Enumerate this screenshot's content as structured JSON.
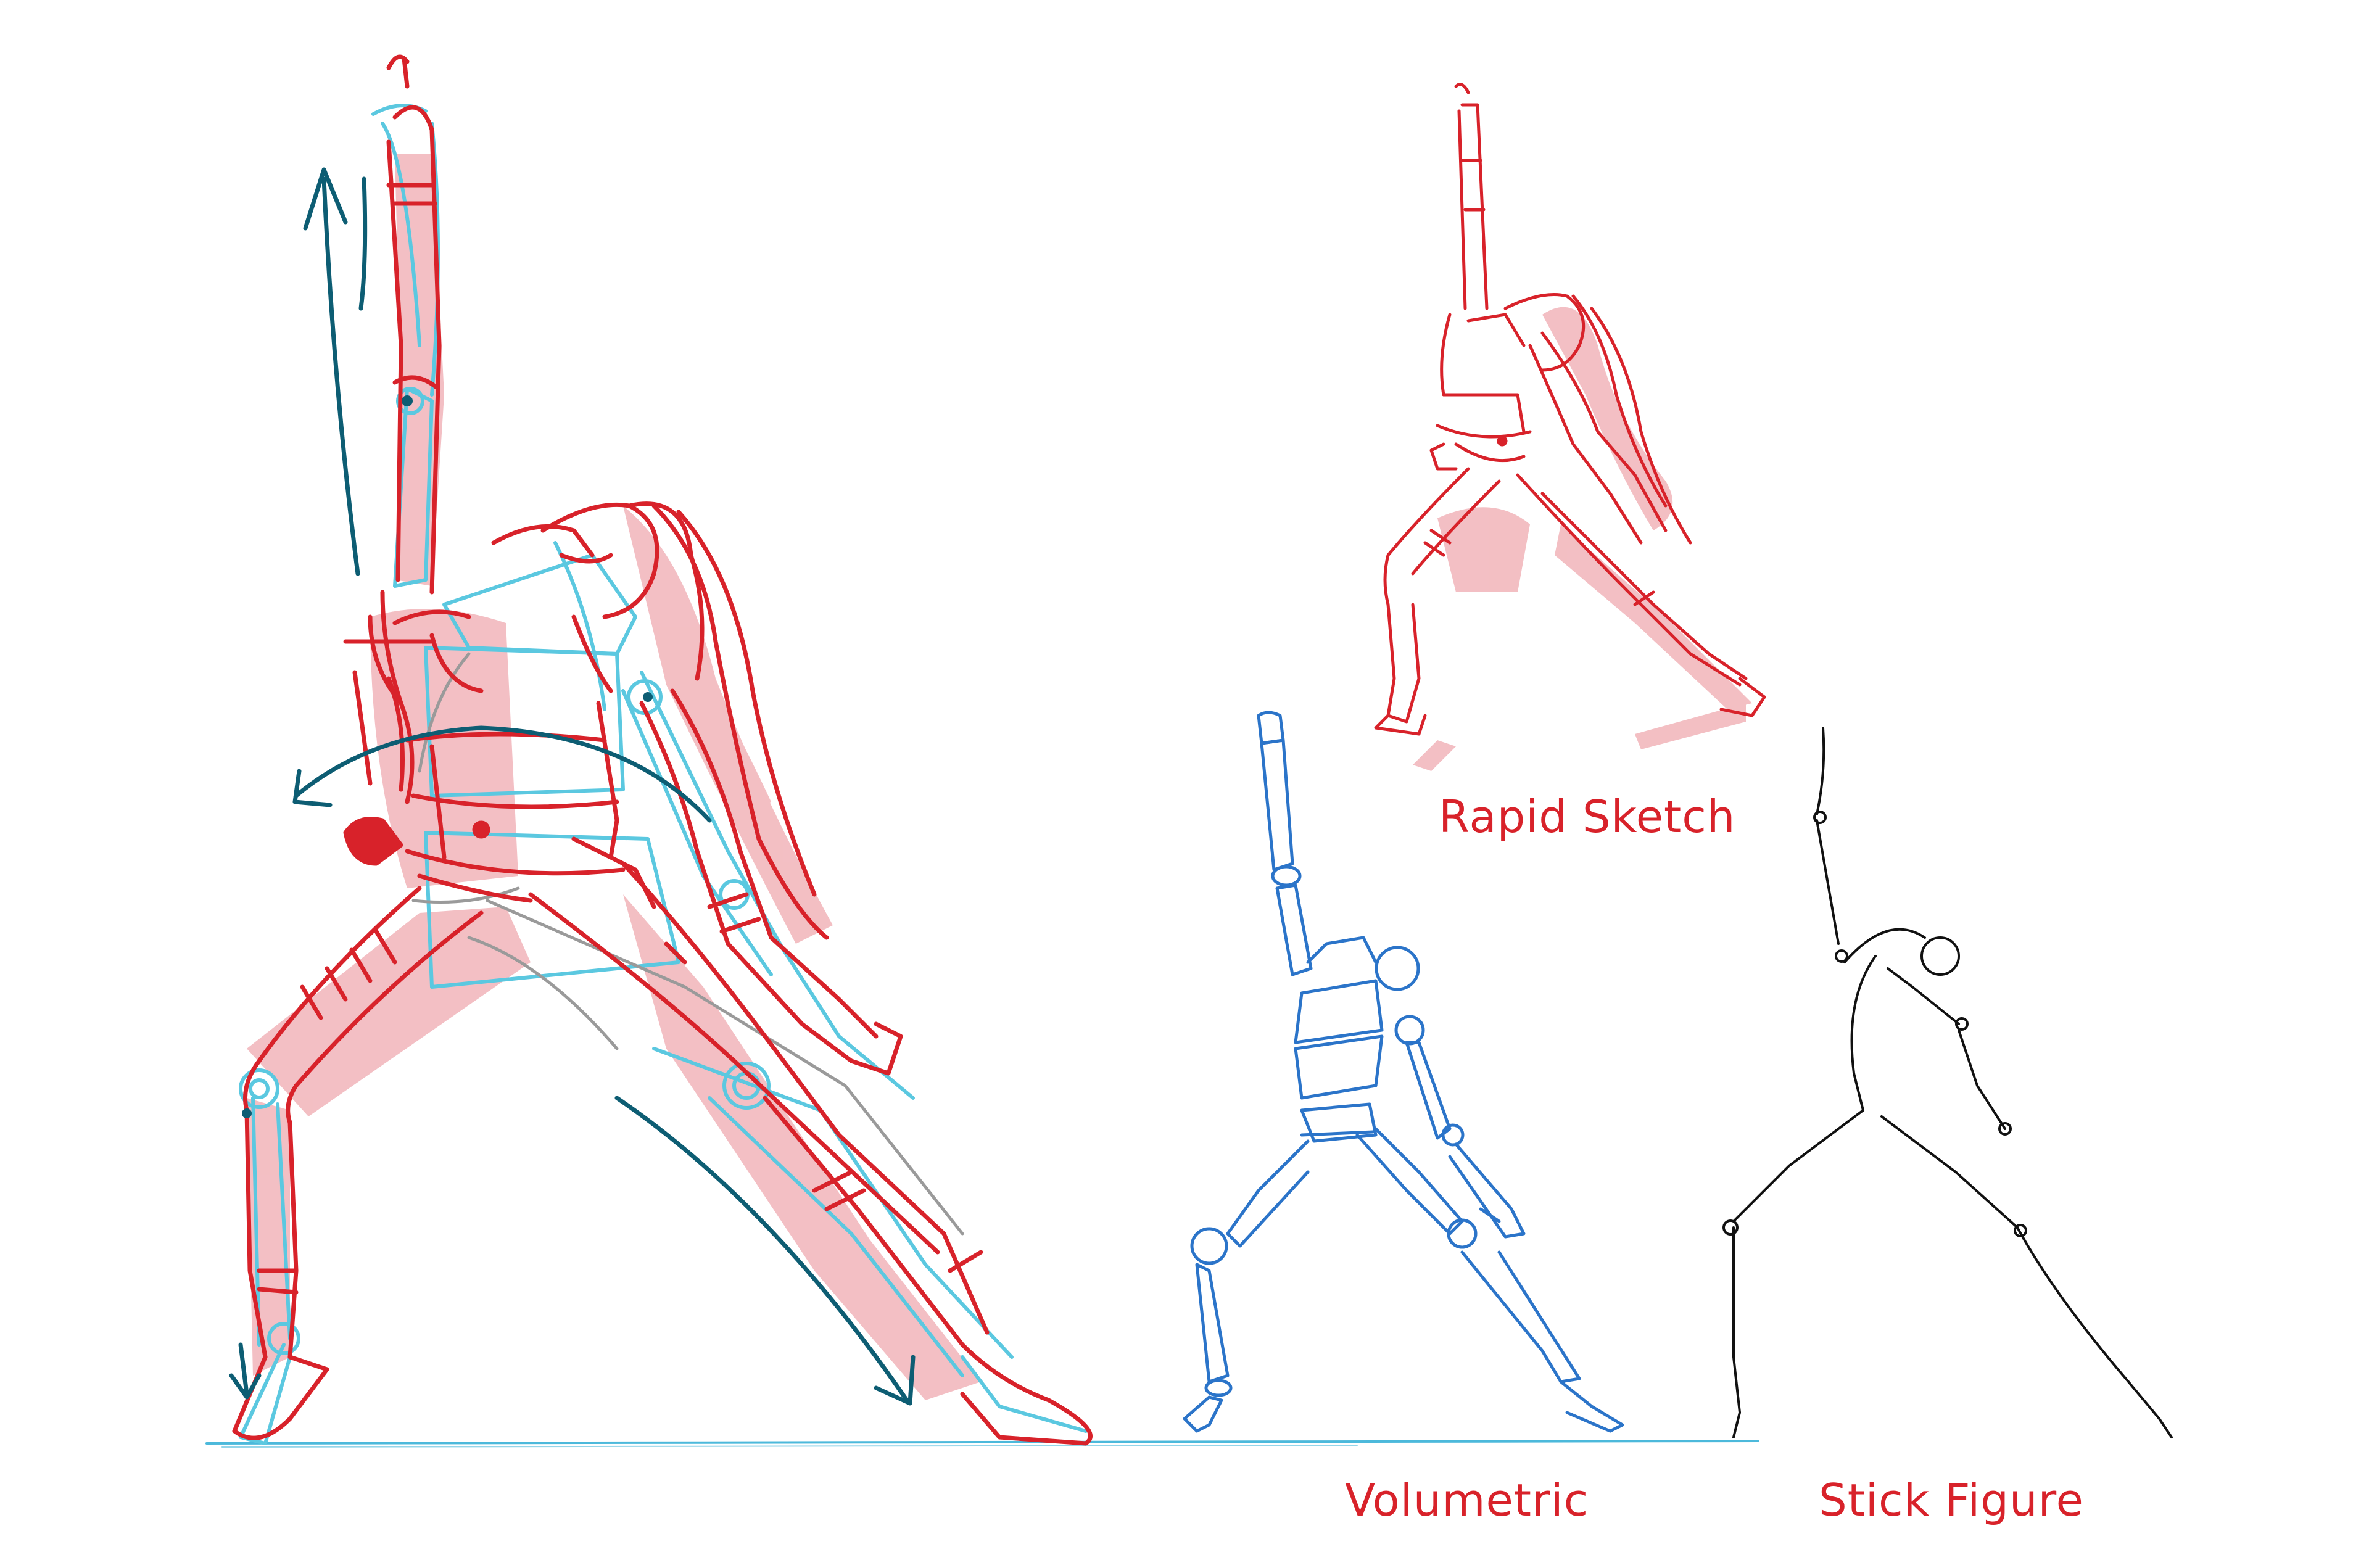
{
  "captions": {
    "rapid_sketch": "Rapid Sketch",
    "volumetric": "Volumetric",
    "stick_figure": "Stick Figure"
  },
  "colors": {
    "sketch_red": "#d8222a",
    "sketch_red_fill": "#eea4ab",
    "construction_blue": "#5bc8e0",
    "volumetric_blue": "#2b74c9",
    "arrow_teal": "#0d5d73",
    "grey_line": "#9a9a9a",
    "stick_black": "#111111",
    "ground_line": "#4cb9db"
  }
}
